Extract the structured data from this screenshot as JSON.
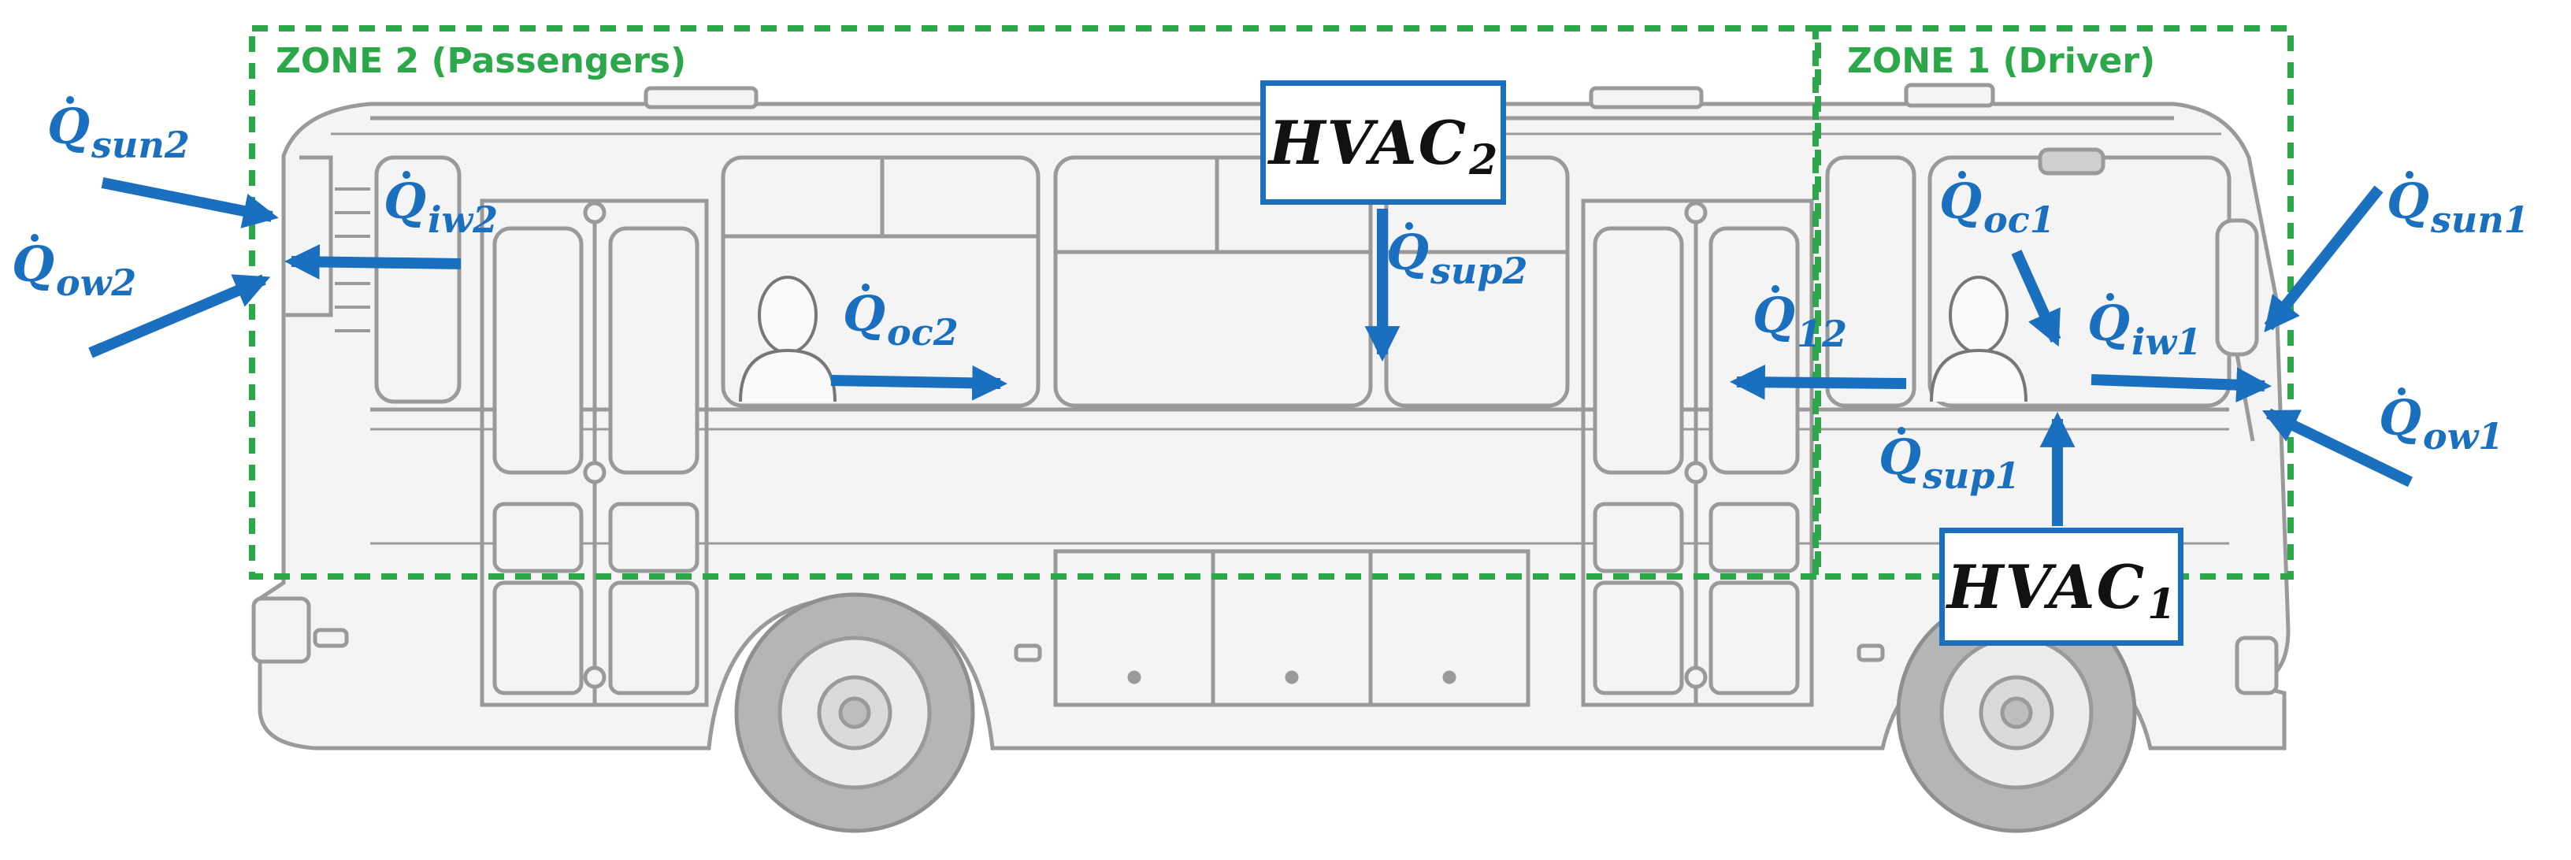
{
  "colors": {
    "zone": "#2ca84a",
    "arrow": "#1b6fbf",
    "bus_line": "#9a9a9a",
    "bus_fill": "#f4f4f4",
    "text": "#111111"
  },
  "zones": {
    "zone2_label": "ZONE 2 (Passengers)",
    "zone1_label": "ZONE 1 (Driver)"
  },
  "hvac": {
    "unit2": {
      "main": "HVAC",
      "sub": "2"
    },
    "unit1": {
      "main": "HVAC",
      "sub": "1"
    }
  },
  "heat_flows": {
    "sun2": {
      "symbol": "Q",
      "sub": "sun2"
    },
    "ow2": {
      "symbol": "Q",
      "sub": "ow2"
    },
    "iw2": {
      "symbol": "Q",
      "sub": "iw2"
    },
    "oc2": {
      "symbol": "Q",
      "sub": "oc2"
    },
    "sup2": {
      "symbol": "Q",
      "sub": "sup2"
    },
    "q12": {
      "symbol": "Q",
      "sub": "12"
    },
    "oc1": {
      "symbol": "Q",
      "sub": "oc1"
    },
    "iw1": {
      "symbol": "Q",
      "sub": "iw1"
    },
    "sun1": {
      "symbol": "Q",
      "sub": "sun1"
    },
    "ow1": {
      "symbol": "Q",
      "sub": "ow1"
    },
    "sup1": {
      "symbol": "Q",
      "sub": "sup1"
    }
  }
}
